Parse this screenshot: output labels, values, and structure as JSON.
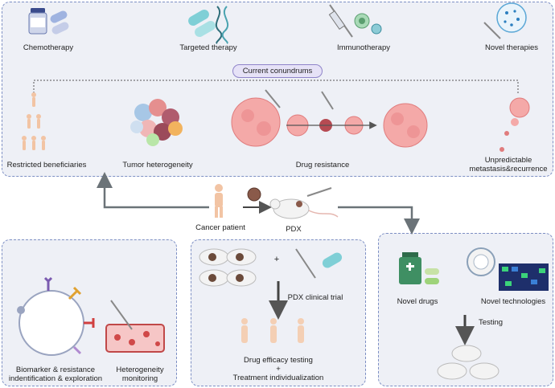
{
  "top_panel": {
    "therapies": [
      "Chemotherapy",
      "Targeted therapy",
      "Immunotherapy",
      "Novel therapies"
    ],
    "badge": "Current conundrums",
    "conundrums": [
      "Restricted beneficiaries",
      "Tumor heterogeneity",
      "Drug resistance",
      "Unpredictable",
      "metastasis&recurrence"
    ]
  },
  "center": {
    "patient": "Cancer patient",
    "pdx": "PDX"
  },
  "left_panel": {
    "label1_line1": "Biomarker & resistance",
    "label1_line2": "indentification & exploration",
    "label2_line1": "Heterogeneity",
    "label2_line2": "monitoring"
  },
  "middle_panel": {
    "plus": "+",
    "trial": "PDX clinical trial",
    "outcome_line1": "Drug efficacy testing",
    "outcome_plus": "+",
    "outcome_line2": "Treatment individualization"
  },
  "right_panel": {
    "drugs": "Novel drugs",
    "tech": "Novel technologies",
    "testing": "Testing"
  },
  "colors": {
    "panel_border": "#7d8fc4",
    "panel_fill": "#eef0f6",
    "badge_border": "#8f84c9",
    "arrow": "#6b7378",
    "tumor": "#e88f92"
  }
}
